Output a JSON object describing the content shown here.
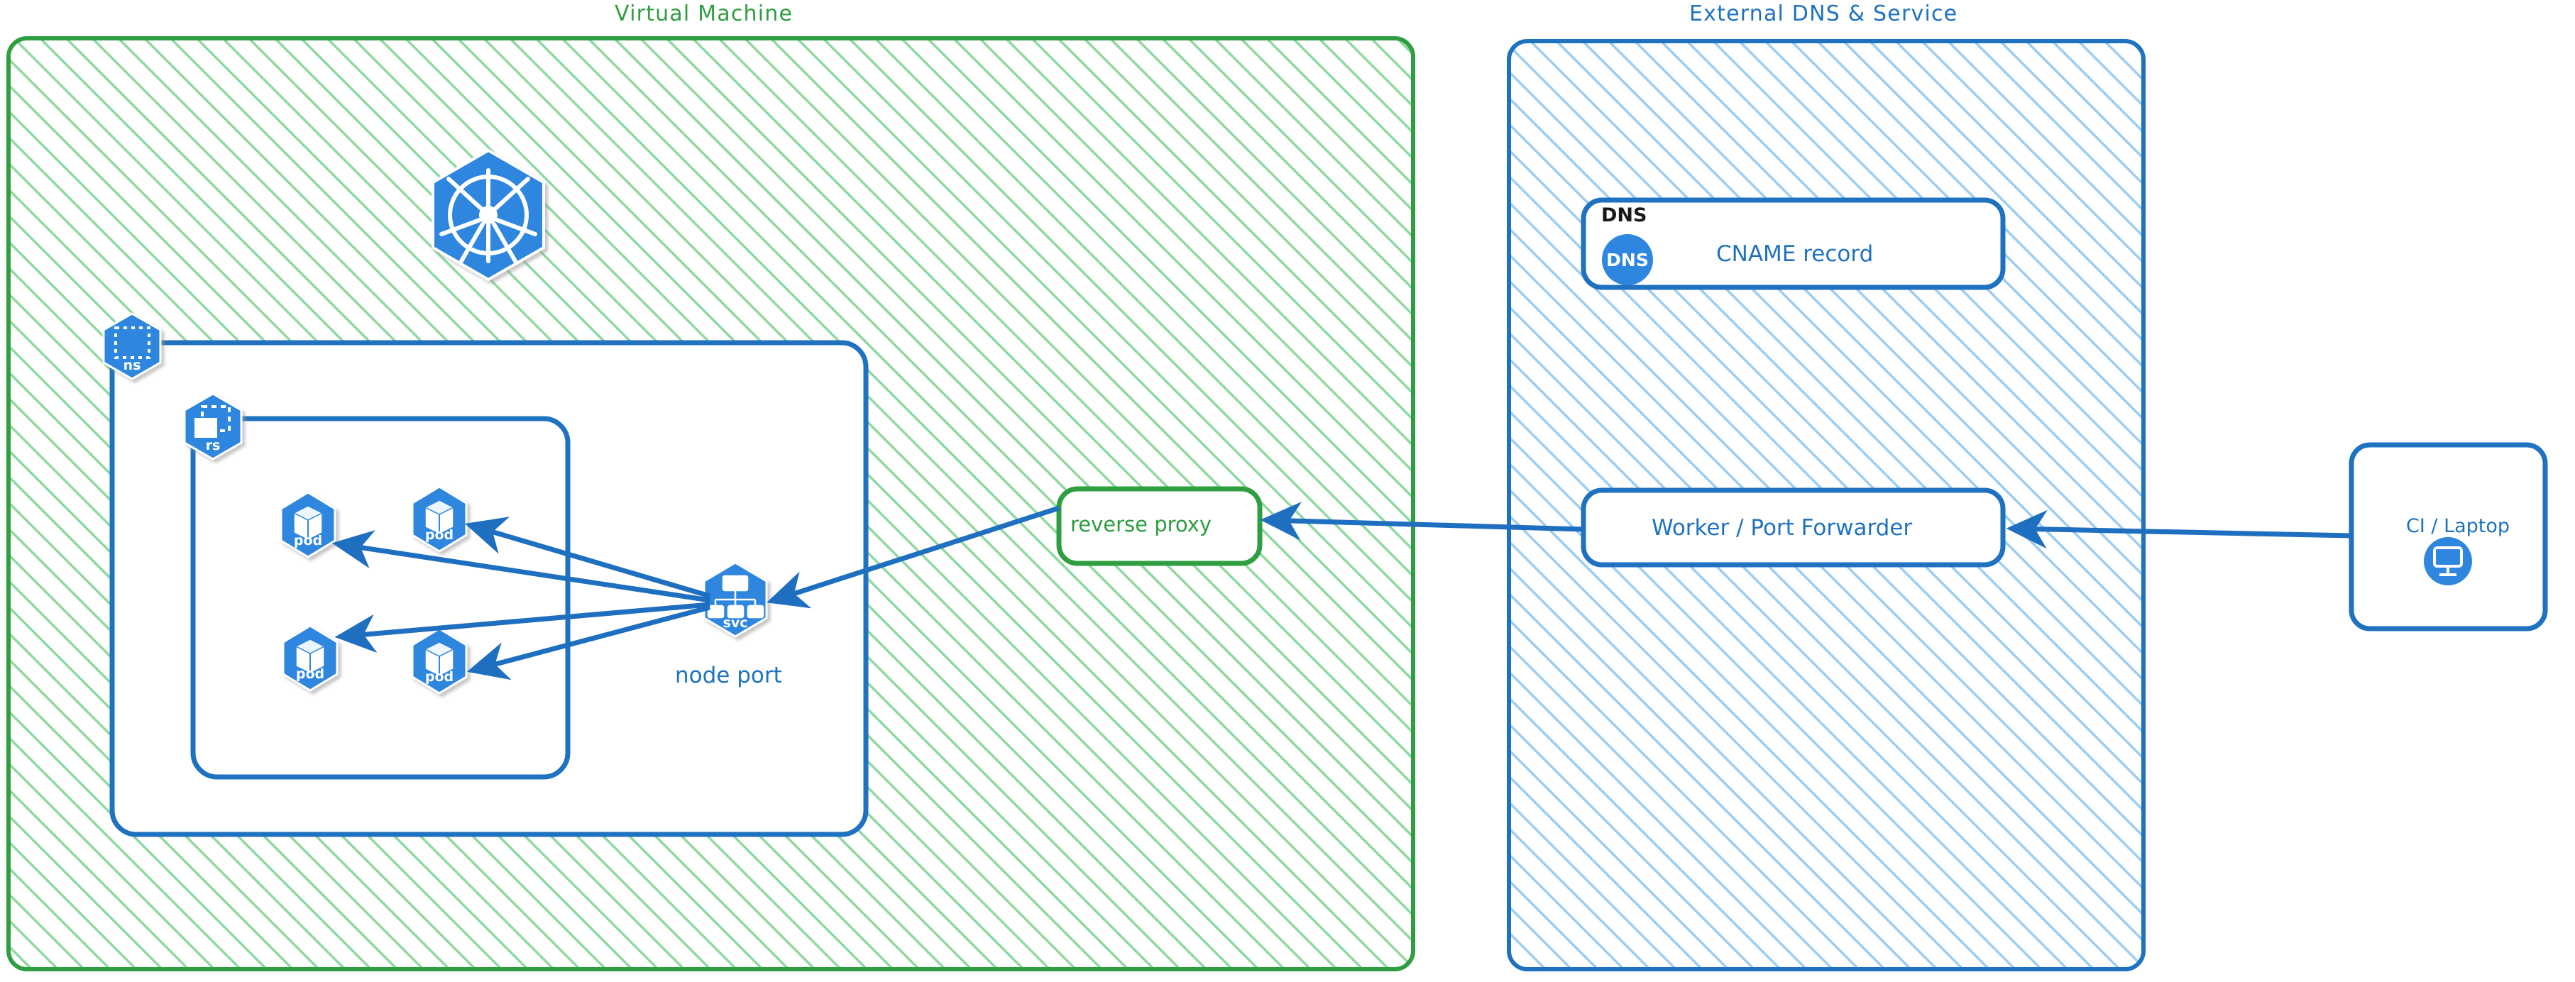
{
  "diagram": {
    "title_note": "Kubernetes NodePort exposure via reverse proxy and external DNS",
    "colors": {
      "green_border": "#2f9e41",
      "green_hatch": "#8fd9a0",
      "green_text": "#2a9d3f",
      "blue_border": "#1f72c0",
      "blue_hatch": "#9ccdf2",
      "blue_text": "#1f72c0",
      "k8s_blue": "#2f86de",
      "arrow_blue": "#1f6fc0",
      "black_text": "#17181a"
    }
  },
  "groups": [
    {
      "id": "vm",
      "label": "Virtual Machine",
      "style": "green-hatched"
    },
    {
      "id": "external",
      "label": "External DNS & Service",
      "style": "blue-hatched"
    }
  ],
  "vm": {
    "namespace": {
      "icon": "k8s-ns-hexagon-icon",
      "badge": "ns"
    },
    "replicaset": {
      "icon": "k8s-rs-hexagon-icon",
      "badge": "rs"
    },
    "k8s_logo": {
      "icon": "kubernetes-logo-icon"
    },
    "pods": [
      {
        "badge": "pod",
        "icon": "k8s-pod-hexagon-icon"
      },
      {
        "badge": "pod",
        "icon": "k8s-pod-hexagon-icon"
      },
      {
        "badge": "pod",
        "icon": "k8s-pod-hexagon-icon"
      },
      {
        "badge": "pod",
        "icon": "k8s-pod-hexagon-icon"
      }
    ],
    "service": {
      "badge": "svc",
      "icon": "k8s-svc-hexagon-icon",
      "caption": "node port"
    },
    "reverse_proxy": {
      "label": "reverse proxy"
    }
  },
  "external": {
    "dns_card": {
      "title": "DNS",
      "icon": "dns-circle-icon",
      "icon_text": "DNS",
      "label": "CNAME record"
    },
    "worker": {
      "label": "Worker / Port Forwarder"
    }
  },
  "client": {
    "label": "CI / Laptop",
    "icon": "monitor-circle-icon"
  },
  "connections": [
    {
      "from": "svc",
      "to": "pod-1",
      "direction": "to"
    },
    {
      "from": "svc",
      "to": "pod-2",
      "direction": "to"
    },
    {
      "from": "svc",
      "to": "pod-3",
      "direction": "to"
    },
    {
      "from": "svc",
      "to": "pod-4",
      "direction": "to"
    },
    {
      "from": "reverse-proxy",
      "to": "svc",
      "direction": "to"
    },
    {
      "from": "worker",
      "to": "reverse-proxy",
      "direction": "to"
    },
    {
      "from": "ci-laptop",
      "to": "worker",
      "direction": "to"
    }
  ]
}
